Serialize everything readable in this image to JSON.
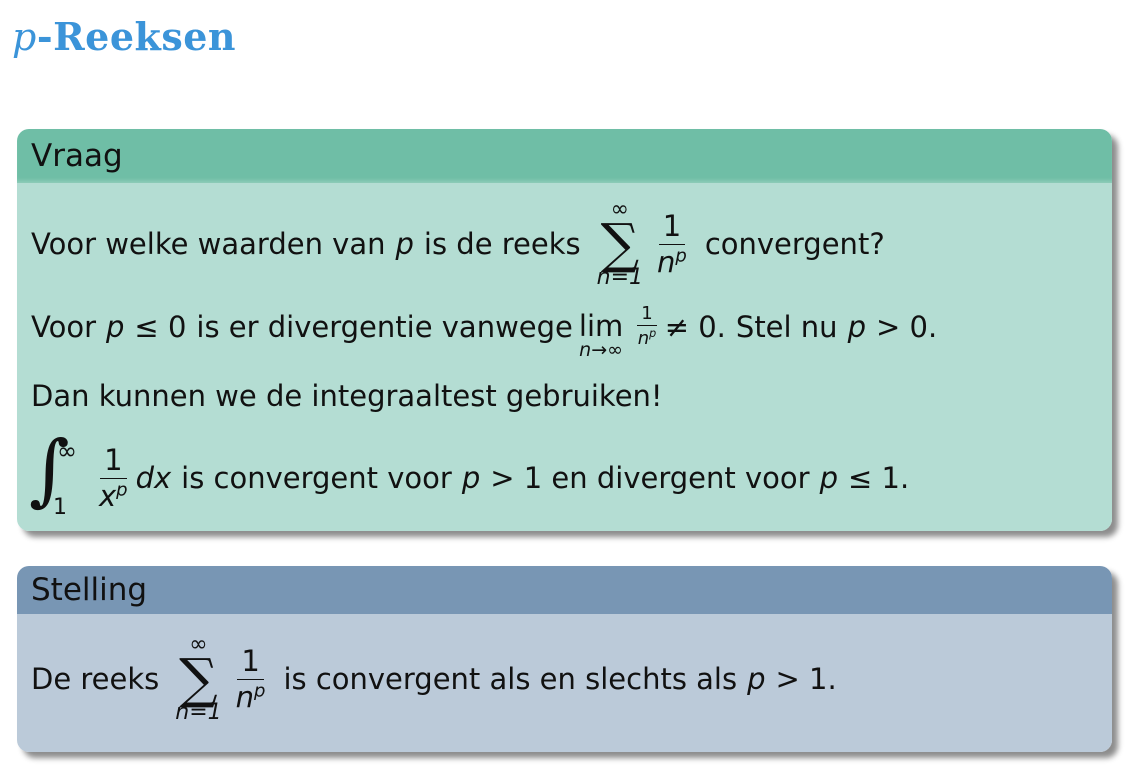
{
  "slide": {
    "title_var": "p",
    "title_rest": "-Reeksen",
    "accent_color": "#3b94d9"
  },
  "vraag": {
    "header": "Vraag",
    "header_color": "#6fbea6",
    "body_color": "#b4ddd3",
    "line1": {
      "pre": "Voor welke waarden van",
      "var": "p",
      "mid": "is de reeks",
      "sum_upper": "∞",
      "sum_symbol": "∑",
      "sum_lower": "n=1",
      "frac_num": "1",
      "frac_den_base": "n",
      "frac_den_exp": "p",
      "post": "convergent?"
    },
    "line2": {
      "pre": "Voor",
      "var": "p",
      "rel": "≤ 0",
      "mid": "is er divergentie vanwege",
      "lim_op": "lim",
      "lim_sub": "n→∞",
      "frac_num": "1",
      "frac_den_base": "n",
      "frac_den_exp": "p",
      "neq": "≠ 0.",
      "post": "Stel nu",
      "var2": "p",
      "rel2": "> 0."
    },
    "line3": "Dan kunnen we de integraaltest gebruiken!",
    "line4": {
      "int_symbol": "∫",
      "int_upper": "∞",
      "int_lower": "1",
      "frac_num": "1",
      "frac_den_base": "x",
      "frac_den_exp": "p",
      "dx": "dx",
      "text1": "is convergent voor",
      "var1": "p",
      "rel1": "> 1 en divergent voor",
      "var2": "p",
      "rel2": "≤ 1."
    }
  },
  "stelling": {
    "header": "Stelling",
    "header_color": "#7896b4",
    "body_color": "#bbcad9",
    "line1": {
      "pre": "De reeks",
      "sum_upper": "∞",
      "sum_symbol": "∑",
      "sum_lower": "n=1",
      "frac_num": "1",
      "frac_den_base": "n",
      "frac_den_exp": "p",
      "mid": "is convergent als en slechts als",
      "var": "p",
      "rel": "> 1."
    }
  }
}
